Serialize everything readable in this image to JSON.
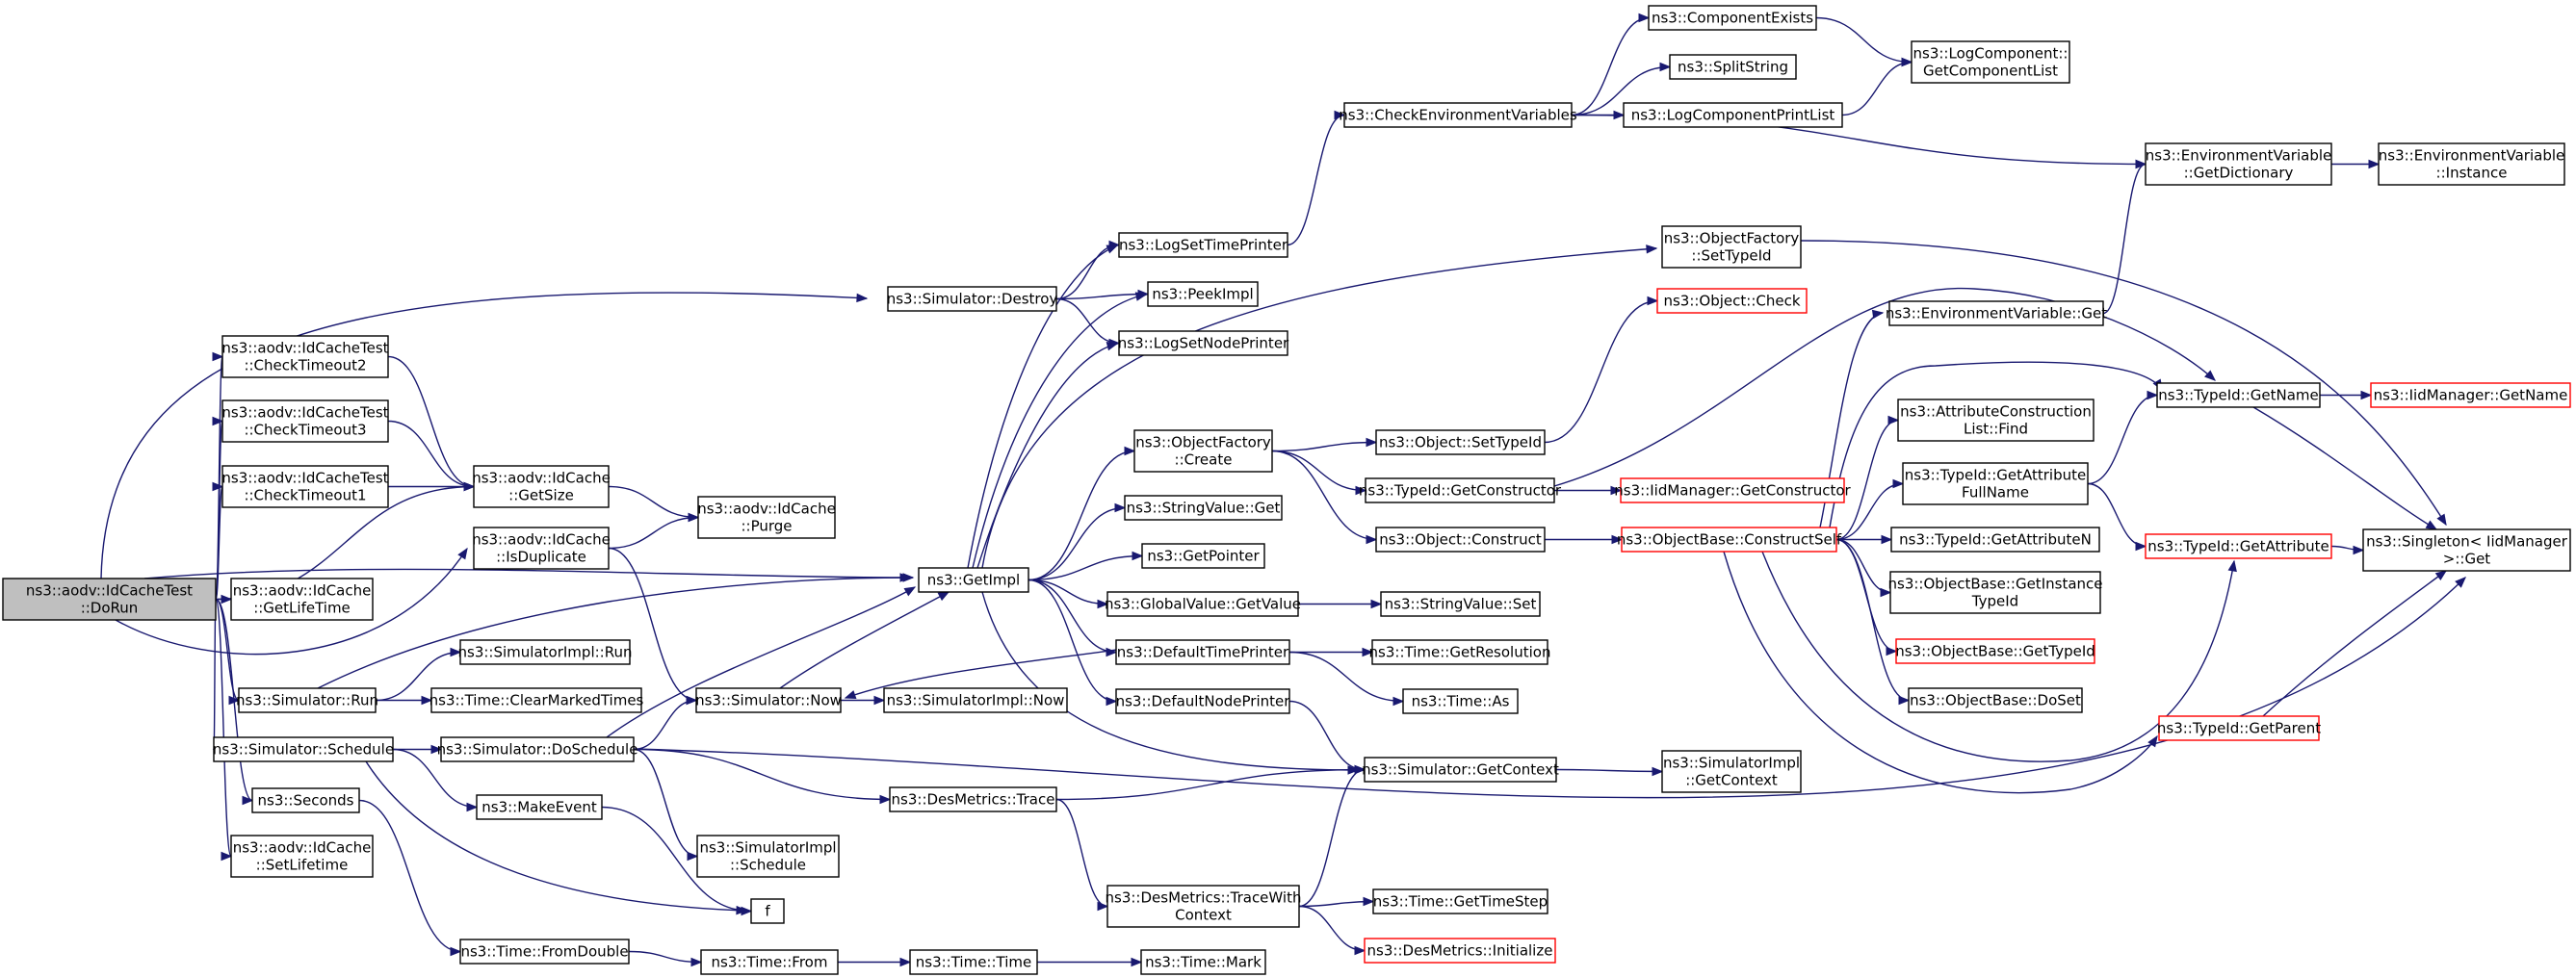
{
  "graph": {
    "colors": {
      "edge": "#191970",
      "node_border": "#000000",
      "missing_border": "#ff0000",
      "root_fill": "#bfbfbf"
    },
    "nodes": [
      {
        "id": "doRun",
        "lines": [
          "ns3::aodv::IdCacheTest",
          "::DoRun"
        ],
        "root": true
      },
      {
        "id": "ct2",
        "lines": [
          "ns3::aodv::IdCacheTest",
          "::CheckTimeout2"
        ]
      },
      {
        "id": "ct3",
        "lines": [
          "ns3::aodv::IdCacheTest",
          "::CheckTimeout3"
        ]
      },
      {
        "id": "ct1",
        "lines": [
          "ns3::aodv::IdCacheTest",
          "::CheckTimeout1"
        ]
      },
      {
        "id": "getLifeTime",
        "lines": [
          "ns3::aodv::IdCache",
          "::GetLifeTime"
        ]
      },
      {
        "id": "simRun",
        "lines": [
          "ns3::Simulator::Run"
        ]
      },
      {
        "id": "simSchedule",
        "lines": [
          "ns3::Simulator::Schedule"
        ]
      },
      {
        "id": "seconds",
        "lines": [
          "ns3::Seconds"
        ]
      },
      {
        "id": "setLifetime",
        "lines": [
          "ns3::aodv::IdCache",
          "::SetLifetime"
        ]
      },
      {
        "id": "getSize",
        "lines": [
          "ns3::aodv::IdCache",
          "::GetSize"
        ]
      },
      {
        "id": "isDuplicate",
        "lines": [
          "ns3::aodv::IdCache",
          "::IsDuplicate"
        ]
      },
      {
        "id": "purge",
        "lines": [
          "ns3::aodv::IdCache",
          "::Purge"
        ]
      },
      {
        "id": "simDestroy",
        "lines": [
          "ns3::Simulator::Destroy"
        ]
      },
      {
        "id": "simImplRun",
        "lines": [
          "ns3::SimulatorImpl::Run"
        ]
      },
      {
        "id": "clearMarked",
        "lines": [
          "ns3::Time::ClearMarkedTimes"
        ]
      },
      {
        "id": "doSchedule",
        "lines": [
          "ns3::Simulator::DoSchedule"
        ]
      },
      {
        "id": "makeEvent",
        "lines": [
          "ns3::MakeEvent"
        ]
      },
      {
        "id": "f",
        "lines": [
          "f"
        ]
      },
      {
        "id": "fromDouble",
        "lines": [
          "ns3::Time::FromDouble"
        ]
      },
      {
        "id": "simNow",
        "lines": [
          "ns3::Simulator::Now"
        ]
      },
      {
        "id": "simImplSchedule",
        "lines": [
          "ns3::SimulatorImpl",
          "::Schedule"
        ]
      },
      {
        "id": "timeFrom",
        "lines": [
          "ns3::Time::From"
        ]
      },
      {
        "id": "getImpl",
        "lines": [
          "ns3::GetImpl"
        ]
      },
      {
        "id": "simImplNow",
        "lines": [
          "ns3::SimulatorImpl::Now"
        ]
      },
      {
        "id": "desTrace",
        "lines": [
          "ns3::DesMetrics::Trace"
        ]
      },
      {
        "id": "timeTime",
        "lines": [
          "ns3::Time::Time"
        ]
      },
      {
        "id": "logSetTimePrinter",
        "lines": [
          "ns3::LogSetTimePrinter"
        ]
      },
      {
        "id": "peekImpl",
        "lines": [
          "ns3::PeekImpl"
        ]
      },
      {
        "id": "logSetNodePrinter",
        "lines": [
          "ns3::LogSetNodePrinter"
        ]
      },
      {
        "id": "ofCreate",
        "lines": [
          "ns3::ObjectFactory",
          "::Create"
        ]
      },
      {
        "id": "stringValueGet",
        "lines": [
          "ns3::StringValue::Get"
        ]
      },
      {
        "id": "getPointer",
        "lines": [
          "ns3::GetPointer"
        ]
      },
      {
        "id": "globalValueGet",
        "lines": [
          "ns3::GlobalValue::GetValue"
        ]
      },
      {
        "id": "defTimePrinter",
        "lines": [
          "ns3::DefaultTimePrinter"
        ]
      },
      {
        "id": "defNodePrinter",
        "lines": [
          "ns3::DefaultNodePrinter"
        ]
      },
      {
        "id": "traceWithContext",
        "lines": [
          "ns3::DesMetrics::TraceWith",
          "Context"
        ]
      },
      {
        "id": "timeMark",
        "lines": [
          "ns3::Time::Mark"
        ]
      },
      {
        "id": "checkEnv",
        "lines": [
          "ns3::CheckEnvironmentVariables"
        ]
      },
      {
        "id": "ofSetTypeId",
        "lines": [
          "ns3::ObjectFactory",
          "::SetTypeId"
        ]
      },
      {
        "id": "objCheck",
        "lines": [
          "ns3::Object::Check"
        ],
        "missing": true
      },
      {
        "id": "objSetTypeId",
        "lines": [
          "ns3::Object::SetTypeId"
        ]
      },
      {
        "id": "typeIdGetCtor",
        "lines": [
          "ns3::TypeId::GetConstructor"
        ]
      },
      {
        "id": "objConstruct",
        "lines": [
          "ns3::Object::Construct"
        ]
      },
      {
        "id": "stringValueSet",
        "lines": [
          "ns3::StringValue::Set"
        ]
      },
      {
        "id": "timeGetRes",
        "lines": [
          "ns3::Time::GetResolution"
        ]
      },
      {
        "id": "timeAs",
        "lines": [
          "ns3::Time::As"
        ]
      },
      {
        "id": "simGetContext",
        "lines": [
          "ns3::Simulator::GetContext"
        ]
      },
      {
        "id": "timeGetTimeStep",
        "lines": [
          "ns3::Time::GetTimeStep"
        ]
      },
      {
        "id": "desInit",
        "lines": [
          "ns3::DesMetrics::Initialize"
        ],
        "missing": true
      },
      {
        "id": "componentExists",
        "lines": [
          "ns3::ComponentExists"
        ]
      },
      {
        "id": "splitString",
        "lines": [
          "ns3::SplitString"
        ]
      },
      {
        "id": "logCompPrintList",
        "lines": [
          "ns3::LogComponentPrintList"
        ]
      },
      {
        "id": "iidGetCtor",
        "lines": [
          "ns3::IidManager::GetConstructor"
        ],
        "missing": true
      },
      {
        "id": "obConstructSelf",
        "lines": [
          "ns3::ObjectBase::ConstructSelf"
        ],
        "missing": true
      },
      {
        "id": "simImplGetContext",
        "lines": [
          "ns3::SimulatorImpl",
          "::GetContext"
        ]
      },
      {
        "id": "logCompGetList",
        "lines": [
          "ns3::LogComponent::",
          "GetComponentList"
        ]
      },
      {
        "id": "envVarGet",
        "lines": [
          "ns3::EnvironmentVariable::Get"
        ]
      },
      {
        "id": "attrConstFind",
        "lines": [
          "ns3::AttributeConstruction",
          "List::Find"
        ]
      },
      {
        "id": "typeIdGetAttrFullName",
        "lines": [
          "ns3::TypeId::GetAttribute",
          "FullName"
        ]
      },
      {
        "id": "typeIdGetAttrN",
        "lines": [
          "ns3::TypeId::GetAttributeN"
        ]
      },
      {
        "id": "obGetInstanceTypeId",
        "lines": [
          "ns3::ObjectBase::GetInstance",
          "TypeId"
        ]
      },
      {
        "id": "obGetTypeId",
        "lines": [
          "ns3::ObjectBase::GetTypeId"
        ],
        "missing": true
      },
      {
        "id": "obDoSet",
        "lines": [
          "ns3::ObjectBase::DoSet"
        ]
      },
      {
        "id": "typeIdGetParent",
        "lines": [
          "ns3::TypeId::GetParent"
        ],
        "missing": true
      },
      {
        "id": "envVarGetDict",
        "lines": [
          "ns3::EnvironmentVariable",
          "::GetDictionary"
        ]
      },
      {
        "id": "typeIdGetName",
        "lines": [
          "ns3::TypeId::GetName"
        ]
      },
      {
        "id": "typeIdGetAttr",
        "lines": [
          "ns3::TypeId::GetAttribute"
        ],
        "missing": true
      },
      {
        "id": "envVarInstance",
        "lines": [
          "ns3::EnvironmentVariable",
          "::Instance"
        ]
      },
      {
        "id": "iidGetName",
        "lines": [
          "ns3::IidManager::GetName"
        ],
        "missing": true
      },
      {
        "id": "singletonGet",
        "lines": [
          "ns3::Singleton< IidManager",
          " >::Get"
        ]
      }
    ],
    "edges": [
      [
        "doRun",
        "simDestroy"
      ],
      [
        "doRun",
        "ct2"
      ],
      [
        "doRun",
        "ct3"
      ],
      [
        "doRun",
        "ct1"
      ],
      [
        "doRun",
        "getSize"
      ],
      [
        "doRun",
        "getLifeTime"
      ],
      [
        "doRun",
        "isDuplicate"
      ],
      [
        "doRun",
        "getImpl"
      ],
      [
        "doRun",
        "simRun"
      ],
      [
        "doRun",
        "simSchedule"
      ],
      [
        "doRun",
        "seconds"
      ],
      [
        "doRun",
        "setLifetime"
      ],
      [
        "ct2",
        "getSize"
      ],
      [
        "ct3",
        "getSize"
      ],
      [
        "ct1",
        "getSize"
      ],
      [
        "getSize",
        "purge"
      ],
      [
        "isDuplicate",
        "purge"
      ],
      [
        "isDuplicate",
        "simNow"
      ],
      [
        "simDestroy",
        "logSetTimePrinter"
      ],
      [
        "simDestroy",
        "peekImpl"
      ],
      [
        "simDestroy",
        "logSetNodePrinter"
      ],
      [
        "simRun",
        "getImpl"
      ],
      [
        "simRun",
        "simImplRun"
      ],
      [
        "simRun",
        "clearMarked"
      ],
      [
        "simSchedule",
        "doSchedule"
      ],
      [
        "simSchedule",
        "makeEvent"
      ],
      [
        "simSchedule",
        "f"
      ],
      [
        "seconds",
        "fromDouble"
      ],
      [
        "doSchedule",
        "simNow"
      ],
      [
        "doSchedule",
        "getImpl"
      ],
      [
        "doSchedule",
        "simImplSchedule"
      ],
      [
        "doSchedule",
        "desTrace"
      ],
      [
        "doSchedule",
        "singletonGet"
      ],
      [
        "makeEvent",
        "f"
      ],
      [
        "fromDouble",
        "timeFrom"
      ],
      [
        "timeFrom",
        "timeTime"
      ],
      [
        "timeTime",
        "timeMark"
      ],
      [
        "simNow",
        "getImpl"
      ],
      [
        "simNow",
        "simImplNow"
      ],
      [
        "getImpl",
        "logSetTimePrinter"
      ],
      [
        "getImpl",
        "peekImpl"
      ],
      [
        "getImpl",
        "logSetNodePrinter"
      ],
      [
        "getImpl",
        "ofSetTypeId"
      ],
      [
        "getImpl",
        "ofCreate"
      ],
      [
        "getImpl",
        "stringValueGet"
      ],
      [
        "getImpl",
        "getPointer"
      ],
      [
        "getImpl",
        "globalValueGet"
      ],
      [
        "getImpl",
        "defTimePrinter"
      ],
      [
        "getImpl",
        "defNodePrinter"
      ],
      [
        "getImpl",
        "simGetContext"
      ],
      [
        "desTrace",
        "simGetContext"
      ],
      [
        "desTrace",
        "traceWithContext"
      ],
      [
        "logSetTimePrinter",
        "checkEnv"
      ],
      [
        "ofCreate",
        "objSetTypeId"
      ],
      [
        "ofCreate",
        "typeIdGetCtor"
      ],
      [
        "ofCreate",
        "objConstruct"
      ],
      [
        "globalValueGet",
        "stringValueSet"
      ],
      [
        "defTimePrinter",
        "simNow"
      ],
      [
        "defTimePrinter",
        "timeGetRes"
      ],
      [
        "defTimePrinter",
        "timeAs"
      ],
      [
        "defNodePrinter",
        "simGetContext"
      ],
      [
        "traceWithContext",
        "simGetContext"
      ],
      [
        "traceWithContext",
        "timeGetTimeStep"
      ],
      [
        "traceWithContext",
        "desInit"
      ],
      [
        "checkEnv",
        "componentExists"
      ],
      [
        "checkEnv",
        "splitString"
      ],
      [
        "checkEnv",
        "logCompPrintList"
      ],
      [
        "checkEnv",
        "envVarGetDict"
      ],
      [
        "ofSetTypeId",
        "singletonGet"
      ],
      [
        "objSetTypeId",
        "objCheck"
      ],
      [
        "typeIdGetCtor",
        "iidGetCtor"
      ],
      [
        "typeIdGetCtor",
        "typeIdGetName"
      ],
      [
        "objConstruct",
        "obConstructSelf"
      ],
      [
        "simGetContext",
        "simImplGetContext"
      ],
      [
        "componentExists",
        "logCompGetList"
      ],
      [
        "logCompPrintList",
        "logCompGetList"
      ],
      [
        "obConstructSelf",
        "envVarGet"
      ],
      [
        "obConstructSelf",
        "typeIdGetName"
      ],
      [
        "obConstructSelf",
        "attrConstFind"
      ],
      [
        "obConstructSelf",
        "typeIdGetAttrFullName"
      ],
      [
        "obConstructSelf",
        "typeIdGetAttrN"
      ],
      [
        "obConstructSelf",
        "obGetInstanceTypeId"
      ],
      [
        "obConstructSelf",
        "obGetTypeId"
      ],
      [
        "obConstructSelf",
        "obDoSet"
      ],
      [
        "obConstructSelf",
        "typeIdGetAttr"
      ],
      [
        "obConstructSelf",
        "typeIdGetParent"
      ],
      [
        "envVarGet",
        "envVarGetDict"
      ],
      [
        "typeIdGetAttrFullName",
        "typeIdGetName"
      ],
      [
        "typeIdGetAttrFullName",
        "typeIdGetAttr"
      ],
      [
        "typeIdGetParent",
        "singletonGet"
      ],
      [
        "envVarGetDict",
        "envVarInstance"
      ],
      [
        "typeIdGetName",
        "iidGetName"
      ],
      [
        "typeIdGetName",
        "singletonGet"
      ],
      [
        "typeIdGetAttr",
        "singletonGet"
      ]
    ]
  }
}
